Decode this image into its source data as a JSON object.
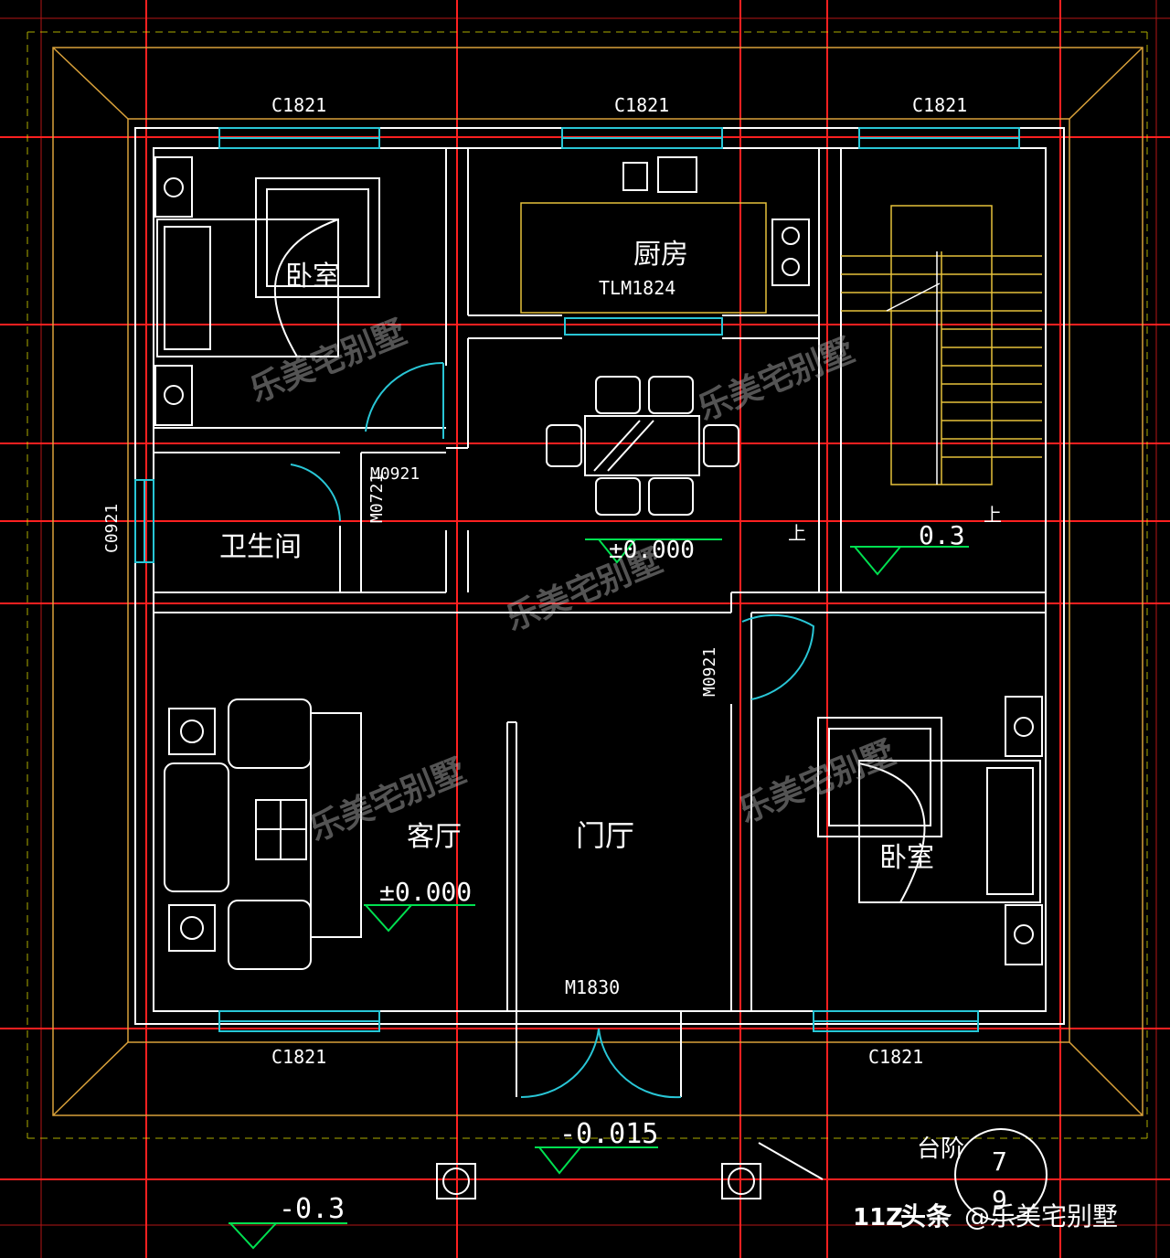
{
  "colors": {
    "background": "#000000",
    "wall": "#ffffff",
    "axis": "#ff2020",
    "window": "#29c6d6",
    "stair": "#e6c13a",
    "roof": "#d9a13a",
    "dim": "#d8d800"
  },
  "rooms": {
    "bedroom_nw": "卧室",
    "kitchen": "厨房",
    "kitchen_door": "TLM1824",
    "bathroom": "卫生间",
    "bathroom_door": "M0921",
    "side_door": "M0721",
    "dining_level": "±0.000",
    "living": "客厅",
    "living_level": "±0.000",
    "hall": "门厅",
    "main_door": "M1830",
    "bedroom_se": "卧室",
    "bedroom_se_door": "M0921",
    "stair_level": "0.3",
    "stair_up_a": "上",
    "stair_up_b": "上",
    "steps": "台阶"
  },
  "windows": {
    "north_w": "C1821",
    "north_c": "C1821",
    "north_e": "C1821",
    "west": "C0921",
    "south_w": "C1821",
    "south_e": "C1821"
  },
  "levels": {
    "entry": "-0.015",
    "ground": "-0.3"
  },
  "axis_bubble": {
    "top": "7",
    "bottom": "9"
  },
  "watermark": "乐美宅别墅",
  "footer": {
    "brand": "头条",
    "handle": "@乐美宅别墅"
  },
  "icons": {
    "logo": "toutiao-logo-icon"
  }
}
